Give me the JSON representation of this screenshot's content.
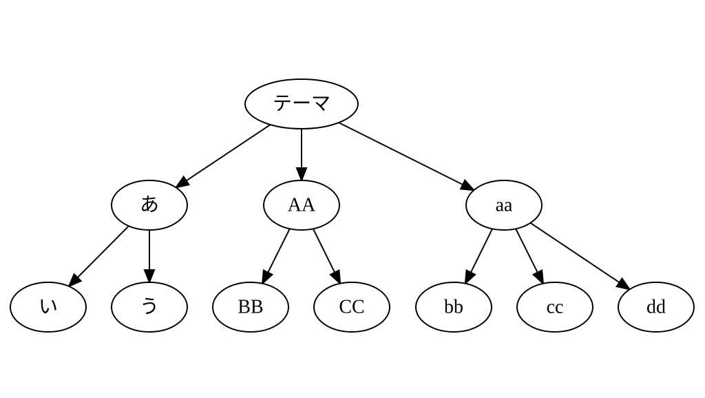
{
  "diagram": {
    "type": "tree",
    "colors": {
      "stroke": "#000000",
      "fill": "#ffffff",
      "text": "#000000",
      "background": "#ffffff"
    },
    "nodes": [
      {
        "id": "theme",
        "label": "テーマ"
      },
      {
        "id": "a",
        "label": "あ"
      },
      {
        "id": "AA",
        "label": "AA"
      },
      {
        "id": "aa",
        "label": "aa"
      },
      {
        "id": "i",
        "label": "い"
      },
      {
        "id": "u",
        "label": "う"
      },
      {
        "id": "BB",
        "label": "BB"
      },
      {
        "id": "CC",
        "label": "CC"
      },
      {
        "id": "bb",
        "label": "bb"
      },
      {
        "id": "cc",
        "label": "cc"
      },
      {
        "id": "dd",
        "label": "dd"
      }
    ],
    "edges": [
      {
        "from": "theme",
        "to": "a"
      },
      {
        "from": "theme",
        "to": "AA"
      },
      {
        "from": "theme",
        "to": "aa"
      },
      {
        "from": "a",
        "to": "i"
      },
      {
        "from": "a",
        "to": "u"
      },
      {
        "from": "AA",
        "to": "BB"
      },
      {
        "from": "AA",
        "to": "CC"
      },
      {
        "from": "aa",
        "to": "bb"
      },
      {
        "from": "aa",
        "to": "cc"
      },
      {
        "from": "aa",
        "to": "dd"
      }
    ]
  }
}
